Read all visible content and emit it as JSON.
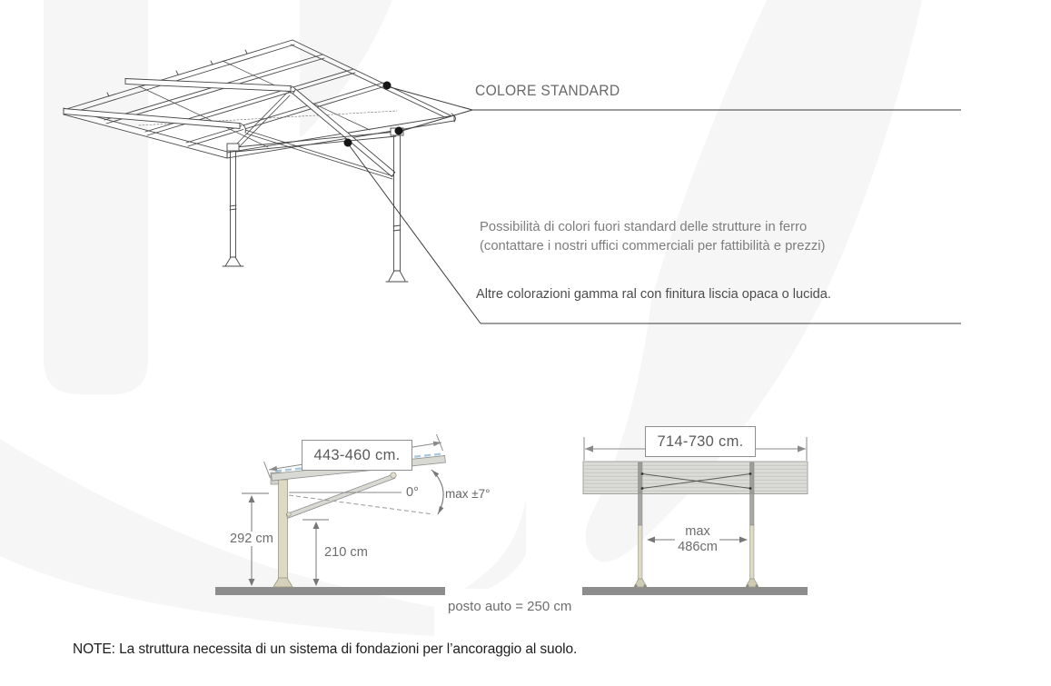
{
  "callouts": {
    "heading": "COLORE STANDARD",
    "custom_line1": "Possibilità di colori fuori standard delle strutture in ferro",
    "custom_line2": "(contattare i nostri uffici commerciali per fattibilità e prezzi)",
    "ral_line": "Altre colorazioni gamma ral con finitura liscia opaca o lucida."
  },
  "side_view": {
    "depth_label": "443-460 cm.",
    "rear_height": "292 cm",
    "front_height": "210 cm",
    "tilt_zero": "0°",
    "tilt_max": "max ±7°"
  },
  "front_view": {
    "width_label": "714-730 cm.",
    "span_line1": "max",
    "span_line2": "486cm"
  },
  "footer": {
    "parking": "posto auto = 250 cm",
    "note": "NOTE: La struttura necessita di un sistema di fondazioni per l’ancoraggio al suolo."
  },
  "colors": {
    "watermark": "#f6f6f6",
    "drawing_line": "#474747",
    "dimension_gray": "#777777",
    "panel_blue": "#a8c8e0",
    "structure_beige": "#ded9c2",
    "structure_gray": "#d9d9d3",
    "ground_gray": "#8d8d8d",
    "note_black": "#1d1d1d"
  }
}
